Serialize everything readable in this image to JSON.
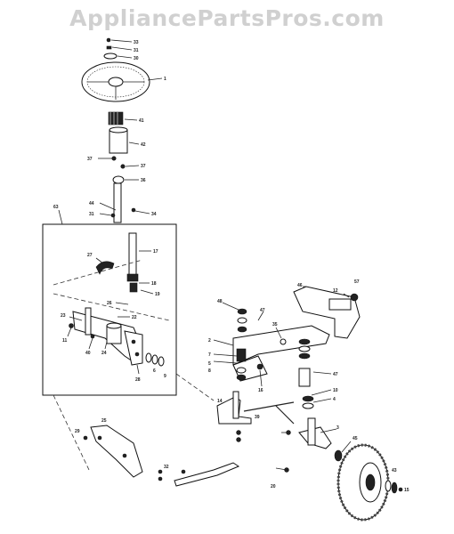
{
  "watermark": "AppliancePartsPros.com",
  "callouts": [
    {
      "id": "c-33",
      "text": "33"
    },
    {
      "id": "c-31",
      "text": "31"
    },
    {
      "id": "c-30",
      "text": "30"
    },
    {
      "id": "c-1",
      "text": "1"
    },
    {
      "id": "c-41",
      "text": "41"
    },
    {
      "id": "c-42",
      "text": "42"
    },
    {
      "id": "c-37a",
      "text": "37"
    },
    {
      "id": "c-37b",
      "text": "37"
    },
    {
      "id": "c-36",
      "text": "36"
    },
    {
      "id": "c-44",
      "text": "44"
    },
    {
      "id": "c-31b",
      "text": "31"
    },
    {
      "id": "c-34",
      "text": "34"
    },
    {
      "id": "c-63",
      "text": "63"
    },
    {
      "id": "c-17",
      "text": "17"
    },
    {
      "id": "c-27",
      "text": "27"
    },
    {
      "id": "c-18",
      "text": "18"
    },
    {
      "id": "c-19",
      "text": "19"
    },
    {
      "id": "c-26",
      "text": "26"
    },
    {
      "id": "c-22",
      "text": "22"
    },
    {
      "id": "c-23",
      "text": "23"
    },
    {
      "id": "c-11",
      "text": "11"
    },
    {
      "id": "c-40",
      "text": "40"
    },
    {
      "id": "c-24",
      "text": "24"
    },
    {
      "id": "c-28",
      "text": "28"
    },
    {
      "id": "c-6",
      "text": "6"
    },
    {
      "id": "c-9",
      "text": "9"
    },
    {
      "id": "c-48",
      "text": "48"
    },
    {
      "id": "c-47",
      "text": "47"
    },
    {
      "id": "c-46",
      "text": "46"
    },
    {
      "id": "c-12",
      "text": "12"
    },
    {
      "id": "c-57",
      "text": "57"
    },
    {
      "id": "c-35",
      "text": "35"
    },
    {
      "id": "c-2",
      "text": "2"
    },
    {
      "id": "c-7",
      "text": "7"
    },
    {
      "id": "c-5",
      "text": "5"
    },
    {
      "id": "c-8",
      "text": "8"
    },
    {
      "id": "c-16",
      "text": "16"
    },
    {
      "id": "c-47b",
      "text": "47"
    },
    {
      "id": "c-10",
      "text": "10"
    },
    {
      "id": "c-4",
      "text": "4"
    },
    {
      "id": "c-14",
      "text": "14"
    },
    {
      "id": "c-39",
      "text": "39"
    },
    {
      "id": "c-25",
      "text": "25"
    },
    {
      "id": "c-29",
      "text": "29"
    },
    {
      "id": "c-45",
      "text": "45"
    },
    {
      "id": "c-43",
      "text": "43"
    },
    {
      "id": "c-20",
      "text": "20"
    },
    {
      "id": "c-32",
      "text": "32"
    },
    {
      "id": "c-15",
      "text": "15"
    },
    {
      "id": "c-3",
      "text": "3"
    }
  ]
}
